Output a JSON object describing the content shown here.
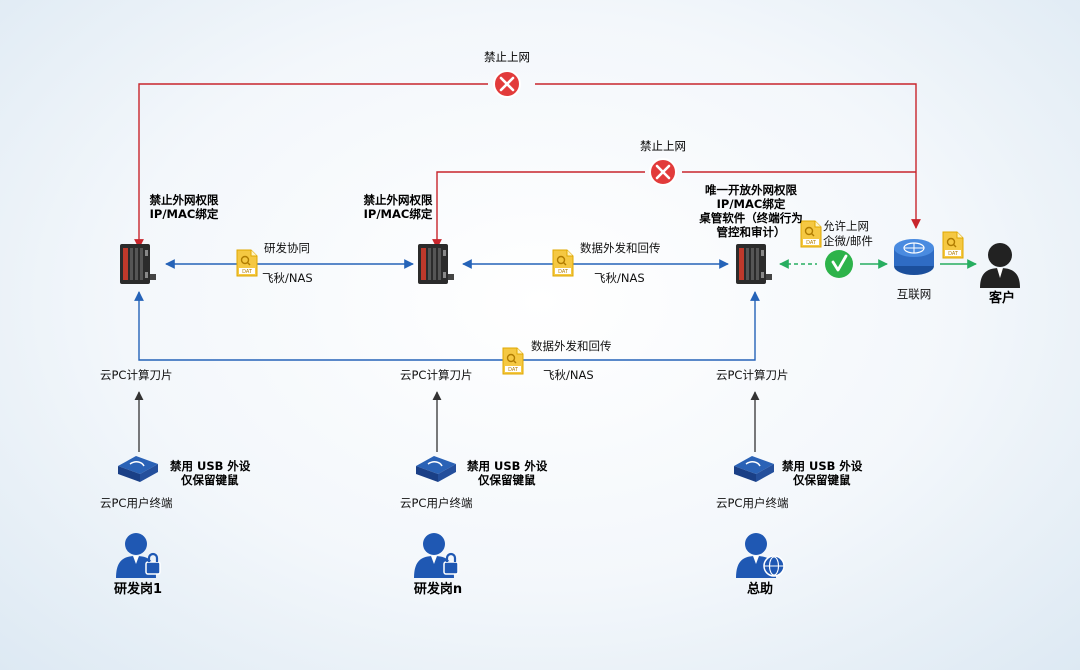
{
  "blocked_top": "禁止上网",
  "blocked_mid": "禁止上网",
  "blade1": {
    "title": "禁止外网权限",
    "sub": "IP/MAC绑定"
  },
  "blade2": {
    "title": "禁止外网权限",
    "sub": "IP/MAC绑定"
  },
  "blade3": {
    "l1": "唯一开放外网权限",
    "l2": "IP/MAC绑定",
    "l3": "桌管软件（终端行为",
    "l4": "管控和审计）"
  },
  "link12": {
    "top": "研发协同",
    "bottom": "飞秋/NAS"
  },
  "link23": {
    "top": "数据外发和回传",
    "bottom": "飞秋/NAS"
  },
  "link_bottom": {
    "top": "数据外发和回传",
    "bottom": "飞秋/NAS"
  },
  "allow": {
    "l1": "允许上网",
    "l2": "企微/邮件"
  },
  "internet": "互联网",
  "customer": "客户",
  "blade_caption": "云PC计算刀片",
  "usb": {
    "l1": "禁用 USB 外设",
    "l2": "仅保留键鼠"
  },
  "terminal_caption": "云PC用户终端",
  "users": [
    "研发岗1",
    "研发岗n",
    "总助"
  ],
  "file_icon_text": "DAT",
  "colors": {
    "block": "#c8252c",
    "data": "#2563b8",
    "allow": "#27ae60",
    "user": "#1f58b3",
    "arrow": "#333333"
  }
}
